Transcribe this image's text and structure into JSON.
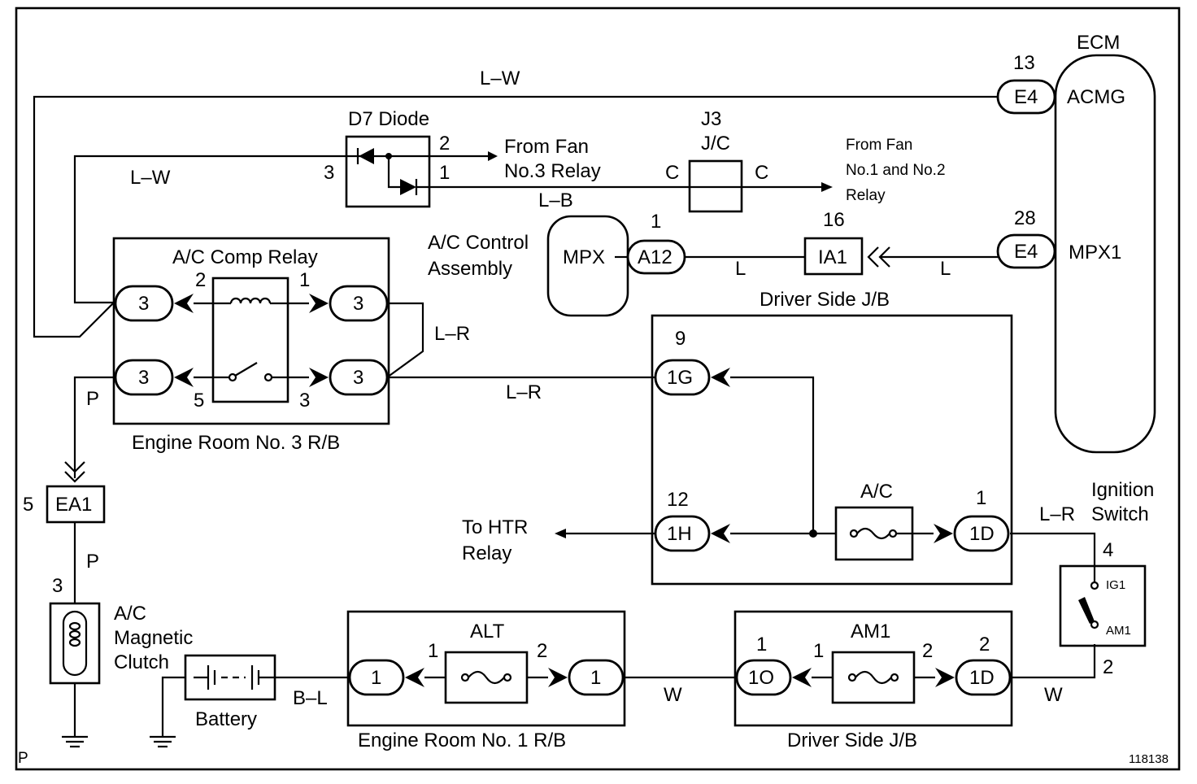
{
  "labels": {
    "ecm": "ECM",
    "acmg": "ACMG",
    "mpx1": "MPX1",
    "ecm_pin_13": "13",
    "ecm_pin_28": "28",
    "e4_a": "E4",
    "e4_b": "E4",
    "wire_lw_top": "L–W",
    "wire_lw_left": "L–W",
    "d7_diode": "D7 Diode",
    "d7_pin_3": "3",
    "d7_pin_2": "2",
    "d7_pin_1": "1",
    "from_fan3_line1": "From Fan",
    "from_fan3_line2": "No.3 Relay",
    "j3": "J3",
    "jc": "J/C",
    "j3_c_left": "C",
    "j3_c_right": "C",
    "from_fan12_line1": "From Fan",
    "from_fan12_line2": "No.1 and No.2",
    "from_fan12_line3": "Relay",
    "wire_lb": "L–B",
    "ac_control_line1": "A/C Control",
    "ac_control_line2": "Assembly",
    "mpx": "MPX",
    "a12": "A12",
    "a12_pin": "1",
    "wire_l_a": "L",
    "ia1": "IA1",
    "ia1_pin": "16",
    "wire_l_b": "L",
    "driver_jb_top": "Driver Side J/B",
    "ac_comp_relay": "A/C Comp Relay",
    "relay_pin_2": "2",
    "relay_pin_1": "1",
    "relay_pin_5": "5",
    "relay_pin_3": "3",
    "conn3_a": "3",
    "conn3_b": "3",
    "conn3_c": "3",
    "conn3_d": "3",
    "wire_lr_loop": "L–R",
    "wire_lr_mid": "L–R",
    "engine_room_3": "Engine Room No. 3 R/B",
    "wire_p_a": "P",
    "wire_p_b": "P",
    "ea1": "EA1",
    "ea1_pin": "5",
    "conn_1g": "1G",
    "pin_9": "9",
    "conn_1h": "1H",
    "pin_12": "12",
    "ac_fuse": "A/C",
    "conn_1d_a": "1D",
    "pin_1d_a": "1",
    "to_htr_line1": "To HTR",
    "to_htr_line2": "Relay",
    "ignition_line1": "Ignition",
    "ignition_line2": "Switch",
    "wire_lr_ign": "L–R",
    "ign_pin_4": "4",
    "ig1": "IG1",
    "am1_sw": "AM1",
    "ign_pin_2": "2",
    "clutch_pin": "3",
    "clutch_line1": "A/C",
    "clutch_line2": "Magnetic",
    "clutch_line3": "Clutch",
    "battery": "Battery",
    "wire_bl": "B–L",
    "alt": "ALT",
    "alt_pin_1": "1",
    "alt_pin_2": "2",
    "conn_1_a": "1",
    "conn_1_b": "1",
    "engine_room_1": "Engine Room No. 1 R/B",
    "wire_w_a": "W",
    "am1_fuse": "AM1",
    "conn_1o": "1O",
    "pin_1o": "1",
    "am1_pin_1": "1",
    "am1_pin_2": "2",
    "conn_1d_b": "1D",
    "pin_1d_b": "2",
    "wire_w_b": "W",
    "driver_jb_bottom": "Driver Side J/B",
    "corner_p": "P",
    "figure_id": "118138"
  }
}
